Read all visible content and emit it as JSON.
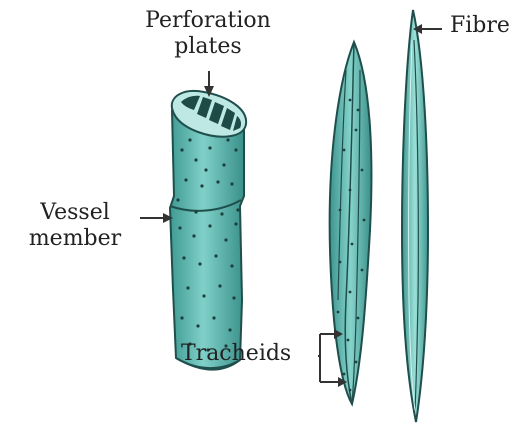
{
  "labels": {
    "perforation_plates": [
      "Perforation",
      "plates"
    ],
    "vessel_member": [
      "Vessel",
      "member"
    ],
    "fibre": "Fibre",
    "tracheids": "Tracheids"
  },
  "colors": {
    "cell_fill": "#63bdb4",
    "cell_light": "#8fd6cf",
    "cell_dark": "#2b7d77",
    "outline": "#1f4f4c",
    "dots": "#1e3f3d",
    "arrow": "#333333",
    "text": "#222222"
  }
}
